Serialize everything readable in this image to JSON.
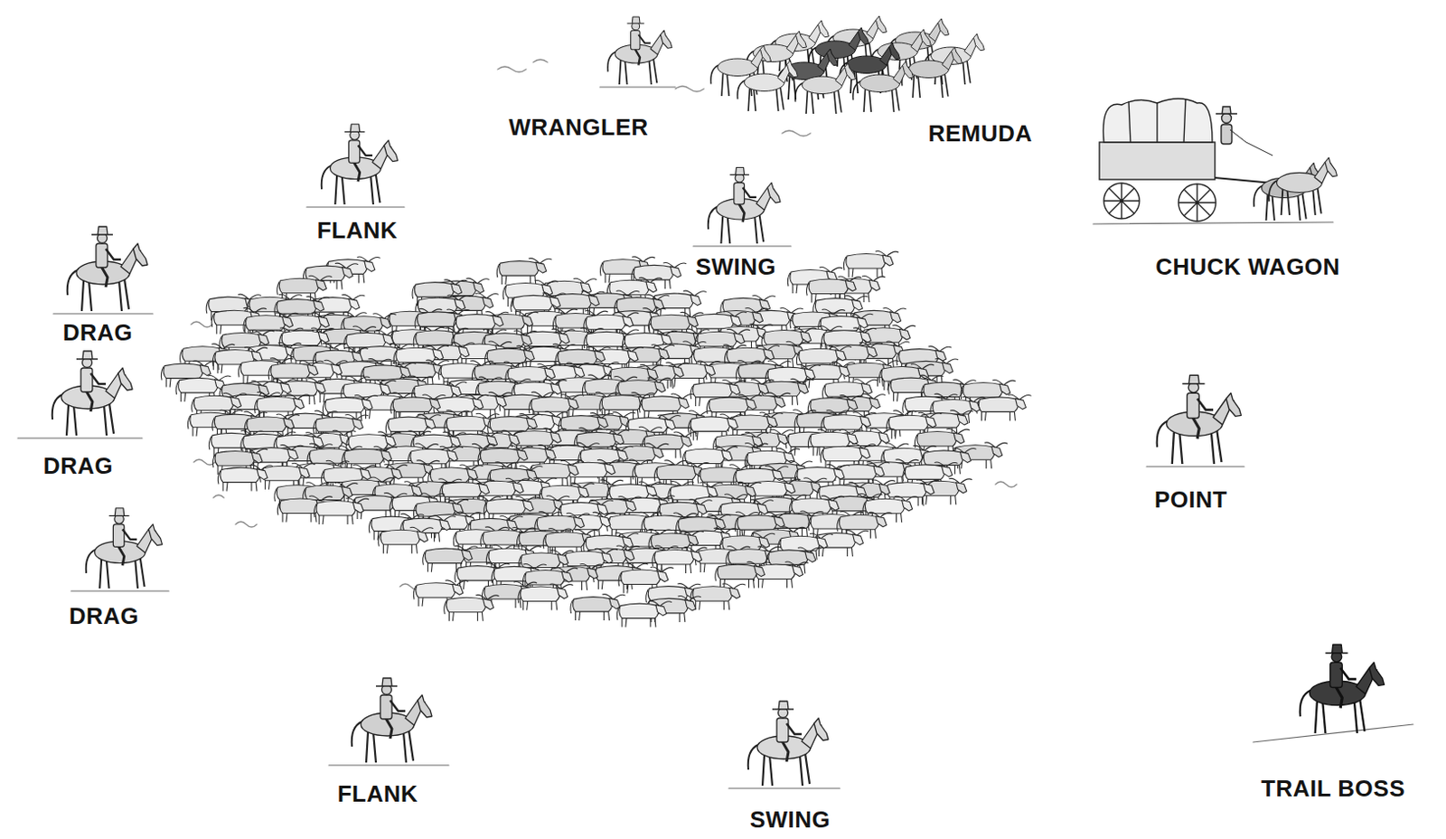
{
  "diagram": {
    "labels": [
      "WRANGLER",
      "REMUDA",
      "FLANK",
      "SWING",
      "CHUCK WAGON",
      "DRAG",
      "DRAG",
      "POINT",
      "DRAG",
      "FLANK",
      "SWING",
      "TRAIL BOSS"
    ]
  }
}
